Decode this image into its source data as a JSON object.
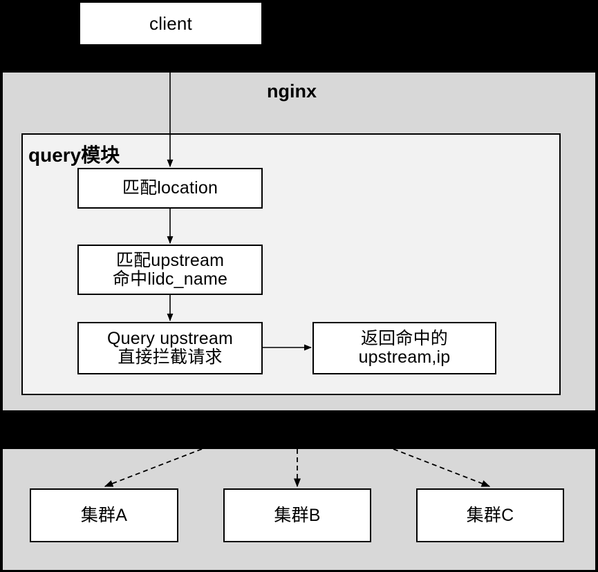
{
  "diagram": {
    "title": "nginx query module request routing diagram",
    "colors": {
      "background": "#000000",
      "region_fill": "#d8d8d8",
      "inner_fill": "#f2f2f2",
      "node_fill": "#ffffff",
      "stroke": "#000000"
    }
  },
  "client": {
    "label": "client"
  },
  "nginx": {
    "label": "nginx"
  },
  "query_module": {
    "label": "query模块",
    "steps": [
      {
        "id": "match-location",
        "lines": [
          "匹配location"
        ]
      },
      {
        "id": "match-upstream",
        "lines": [
          "匹配upstream",
          "命中lidc_name"
        ]
      },
      {
        "id": "query-upstream",
        "lines": [
          "Query upstream",
          "直接拦截请求"
        ]
      },
      {
        "id": "return-upstream",
        "lines": [
          "返回命中的",
          "upstream,ip"
        ]
      }
    ]
  },
  "clusters": {
    "items": [
      {
        "id": "cluster-a",
        "label": "集群A"
      },
      {
        "id": "cluster-b",
        "label": "集群B"
      },
      {
        "id": "cluster-c",
        "label": "集群C"
      }
    ]
  },
  "connectors": [
    {
      "id": "client-to-match-location",
      "from": "client",
      "to": "match-location",
      "style": "solid",
      "direction": "down"
    },
    {
      "id": "match-location-to-match-upstream",
      "from": "match-location",
      "to": "match-upstream",
      "style": "solid",
      "direction": "down"
    },
    {
      "id": "match-upstream-to-query-upstream",
      "from": "match-upstream",
      "to": "query-upstream",
      "style": "solid",
      "direction": "down"
    },
    {
      "id": "query-upstream-to-return-upstream",
      "from": "query-upstream",
      "to": "return-upstream",
      "style": "solid",
      "direction": "right"
    },
    {
      "id": "nginx-to-cluster-a",
      "from": "nginx",
      "to": "cluster-a",
      "style": "dashed",
      "direction": "down-left"
    },
    {
      "id": "nginx-to-cluster-b",
      "from": "nginx",
      "to": "cluster-b",
      "style": "dashed",
      "direction": "down"
    },
    {
      "id": "nginx-to-cluster-c",
      "from": "nginx",
      "to": "cluster-c",
      "style": "dashed",
      "direction": "down-right"
    }
  ]
}
